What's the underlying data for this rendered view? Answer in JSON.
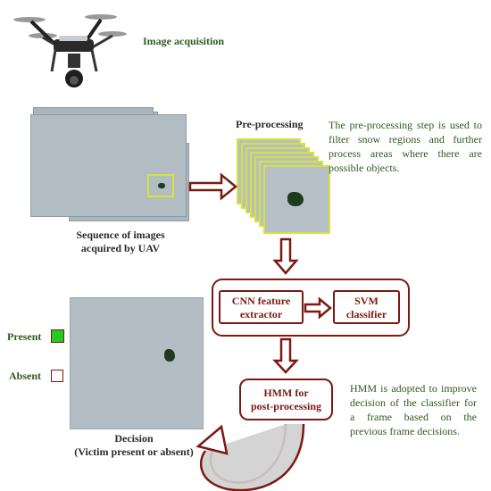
{
  "labels": {
    "image_acquisition": "Image acquisition",
    "pre_processing_title": "Pre-processing",
    "pre_processing_desc": "The pre-processing step is used to filter snow regions and further process areas where there are possible objects.",
    "sequence_line1": "Sequence of images",
    "sequence_line2": "acquired by UAV",
    "cnn_line1": "CNN feature",
    "cnn_line2": "extractor",
    "svm_line1": "SVM",
    "svm_line2": "classifier",
    "hmm_line1": "HMM for",
    "hmm_line2": "post-processing",
    "hmm_desc": "HMM is adopted to improve decision of the classifier for a frame based on the previous frame decisions.",
    "present": "Present",
    "absent": "Absent",
    "decision_line1": "Decision",
    "decision_line2": "(Victim present or absent)"
  },
  "icons": {
    "drone": "drone-icon",
    "present_indicator": "green-square-icon",
    "absent_indicator": "empty-square-icon"
  },
  "colors": {
    "box_border": "#7a1a12",
    "accent_green": "#2f5a1e",
    "highlight_yellow": "#d9e23a",
    "present_fill": "#22cc22"
  }
}
